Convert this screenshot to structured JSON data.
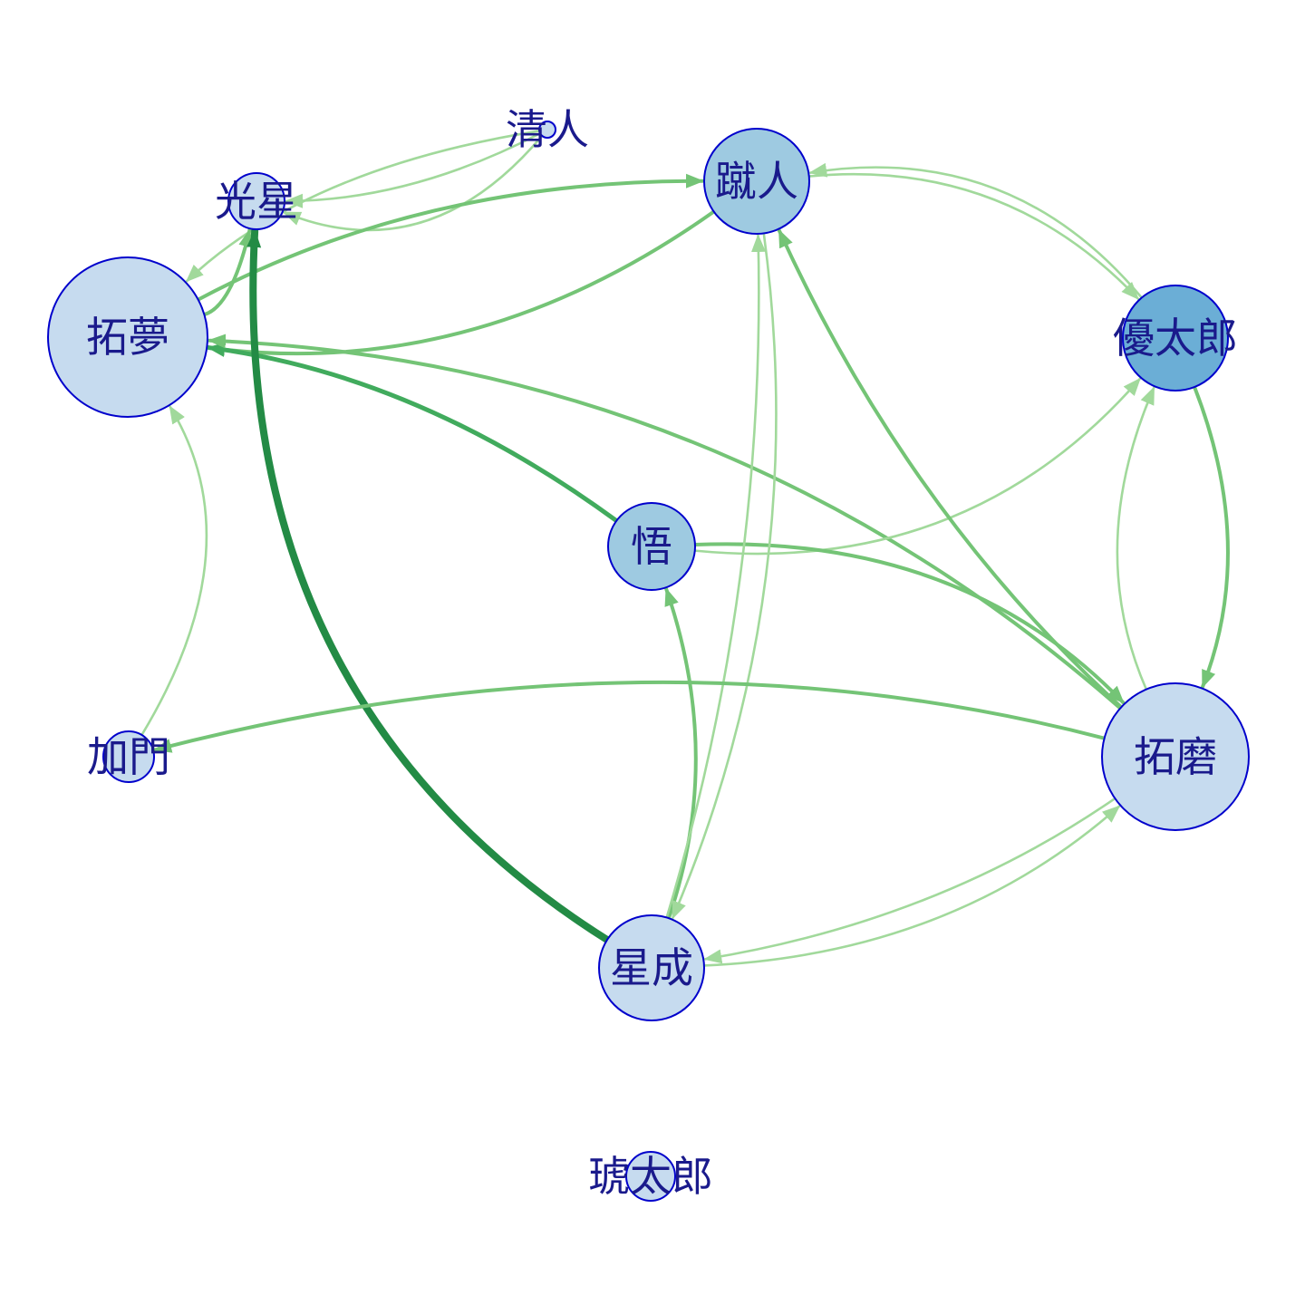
{
  "colors": {
    "edge_light": "#a1d99b",
    "edge_mid": "#74c476",
    "edge_strong": "#41ab5d",
    "edge_dark": "#238b45",
    "node_stroke": "#0000cc",
    "label": "#1a1a8c"
  },
  "nodes": [
    {
      "id": "kouboshi",
      "label": "光星",
      "fill": "#c6dbef"
    },
    {
      "id": "kiyoto",
      "label": "清人",
      "fill": "#c6dbef"
    },
    {
      "id": "shuuto",
      "label": "蹴人",
      "fill": "#9ecae1"
    },
    {
      "id": "takumu",
      "label": "拓夢",
      "fill": "#c6dbef"
    },
    {
      "id": "yuutarou",
      "label": "優太郎",
      "fill": "#6baed6"
    },
    {
      "id": "satoru",
      "label": "悟",
      "fill": "#9ecae1"
    },
    {
      "id": "kado",
      "label": "加門",
      "fill": "#c6dbef"
    },
    {
      "id": "takuma",
      "label": "拓磨",
      "fill": "#c6dbef"
    },
    {
      "id": "seina",
      "label": "星成",
      "fill": "#c6dbef"
    },
    {
      "id": "kotarou",
      "label": "琥太郎",
      "fill": "#c6dbef"
    }
  ],
  "edges": [
    {
      "from": "kiyoto",
      "to": "kouboshi",
      "weight": 1
    },
    {
      "from": "kiyoto",
      "to": "kouboshi",
      "weight": 1
    },
    {
      "from": "kiyoto",
      "to": "takumu",
      "weight": 1
    },
    {
      "from": "takumu",
      "to": "kouboshi",
      "weight": 2
    },
    {
      "from": "takumu",
      "to": "shuuto",
      "weight": 2
    },
    {
      "from": "shuuto",
      "to": "takumu",
      "weight": 2
    },
    {
      "from": "satoru",
      "to": "takumu",
      "weight": 3
    },
    {
      "from": "takuma",
      "to": "takumu",
      "weight": 2
    },
    {
      "from": "seina",
      "to": "kouboshi",
      "weight": 5
    },
    {
      "from": "shuuto",
      "to": "yuutarou",
      "weight": 1
    },
    {
      "from": "yuutarou",
      "to": "shuuto",
      "weight": 1
    },
    {
      "from": "satoru",
      "to": "yuutarou",
      "weight": 1
    },
    {
      "from": "yuutarou",
      "to": "takuma",
      "weight": 2
    },
    {
      "from": "takuma",
      "to": "yuutarou",
      "weight": 1
    },
    {
      "from": "takuma",
      "to": "shuuto",
      "weight": 2
    },
    {
      "from": "satoru",
      "to": "takuma",
      "weight": 2
    },
    {
      "from": "seina",
      "to": "satoru",
      "weight": 2
    },
    {
      "from": "seina",
      "to": "shuuto",
      "weight": 1
    },
    {
      "from": "shuuto",
      "to": "seina",
      "weight": 1
    },
    {
      "from": "takuma",
      "to": "kado",
      "weight": 2
    },
    {
      "from": "kado",
      "to": "takumu",
      "weight": 1
    },
    {
      "from": "takuma",
      "to": "seina",
      "weight": 1
    },
    {
      "from": "seina",
      "to": "takuma",
      "weight": 1
    }
  ]
}
